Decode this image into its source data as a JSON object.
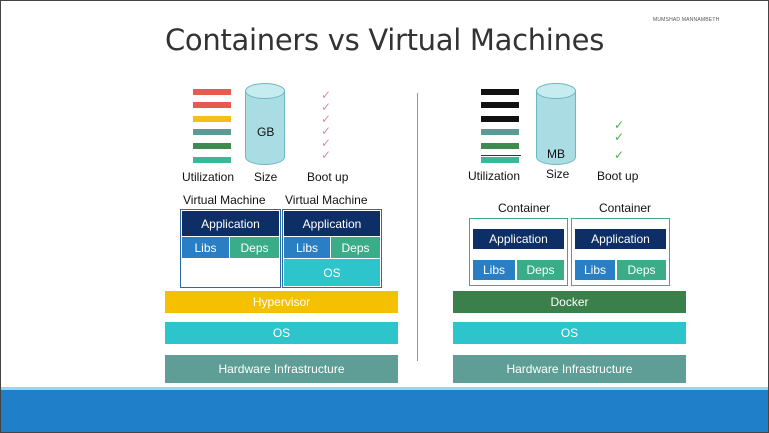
{
  "title": "Containers vs Virtual Machines",
  "author": "MUMSHAD MANNAMBETH",
  "vm_side": {
    "metrics": {
      "utilization": "Utilization",
      "size": "Size",
      "bootup": "Boot up",
      "size_unit": "GB"
    },
    "vm_label_1": "Virtual Machine",
    "vm_label_2": "Virtual Machine",
    "vm1": {
      "app": "Application",
      "libs": "Libs",
      "deps": "Deps"
    },
    "vm2": {
      "app": "Application",
      "libs": "Libs",
      "deps": "Deps",
      "os": "OS"
    },
    "layers": {
      "hypervisor": "Hypervisor",
      "os": "OS",
      "hardware": "Hardware Infrastructure"
    }
  },
  "container_side": {
    "metrics": {
      "utilization": "Utilization",
      "size": "Size",
      "bootup": "Boot up",
      "size_unit": "MB"
    },
    "container_label_1": "Container",
    "container_label_2": "Container",
    "c1": {
      "app": "Application",
      "libs": "Libs",
      "deps": "Deps"
    },
    "c2": {
      "app": "Application",
      "libs": "Libs",
      "deps": "Deps"
    },
    "layers": {
      "docker": "Docker",
      "os": "OS",
      "hardware": "Hardware Infrastructure"
    }
  },
  "colors": {
    "dark_navy": "#0d2f66",
    "blue": "#2a7fc4",
    "teal_green": "#3aac88",
    "cyan": "#2ec4cc",
    "hypervisor": "#f5c000",
    "docker": "#3b7f4a",
    "hardware": "#5f9e96",
    "footer": "#1f7fc8",
    "bar_red": "#e55b4f",
    "bar_yellow": "#f2c118",
    "bar_teal": "#5b9a95",
    "bar_green": "#3f8a4f",
    "bar_aqua": "#3ab89a",
    "bar_black": "#111111",
    "check_green": "#4caf50",
    "check_pink": "#e38aa7"
  }
}
